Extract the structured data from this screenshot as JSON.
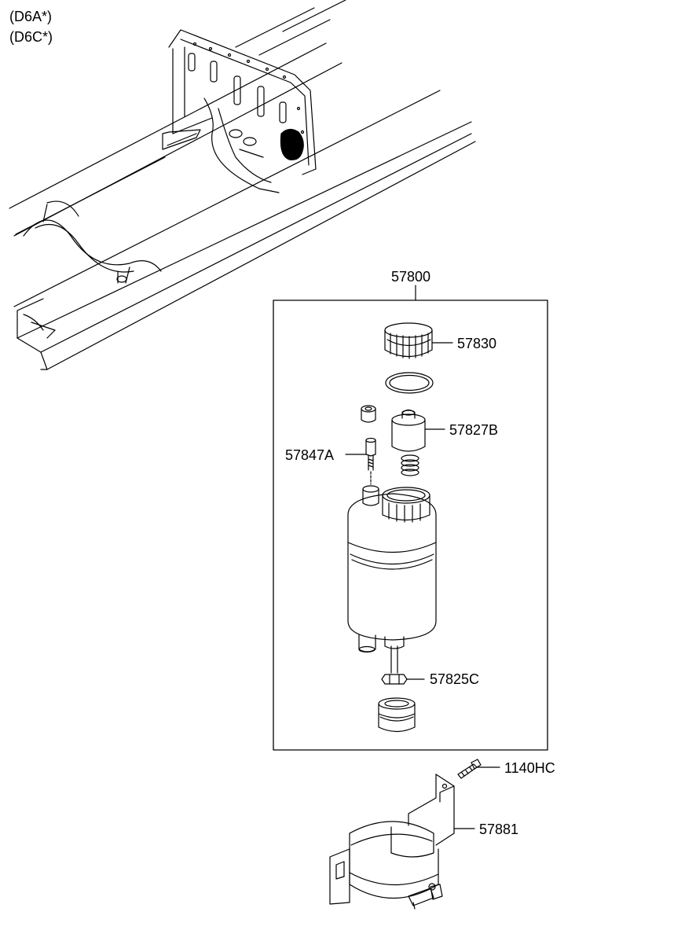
{
  "variants": [
    "(D6A*)",
    "(D6C*)"
  ],
  "parts": {
    "assembly": "57800",
    "cap": "57830",
    "filter_element": "57827B",
    "air_bleed_bolt": "57847A",
    "drain_nut": "57825C",
    "bolt": "1140HC",
    "bracket": "57881"
  }
}
